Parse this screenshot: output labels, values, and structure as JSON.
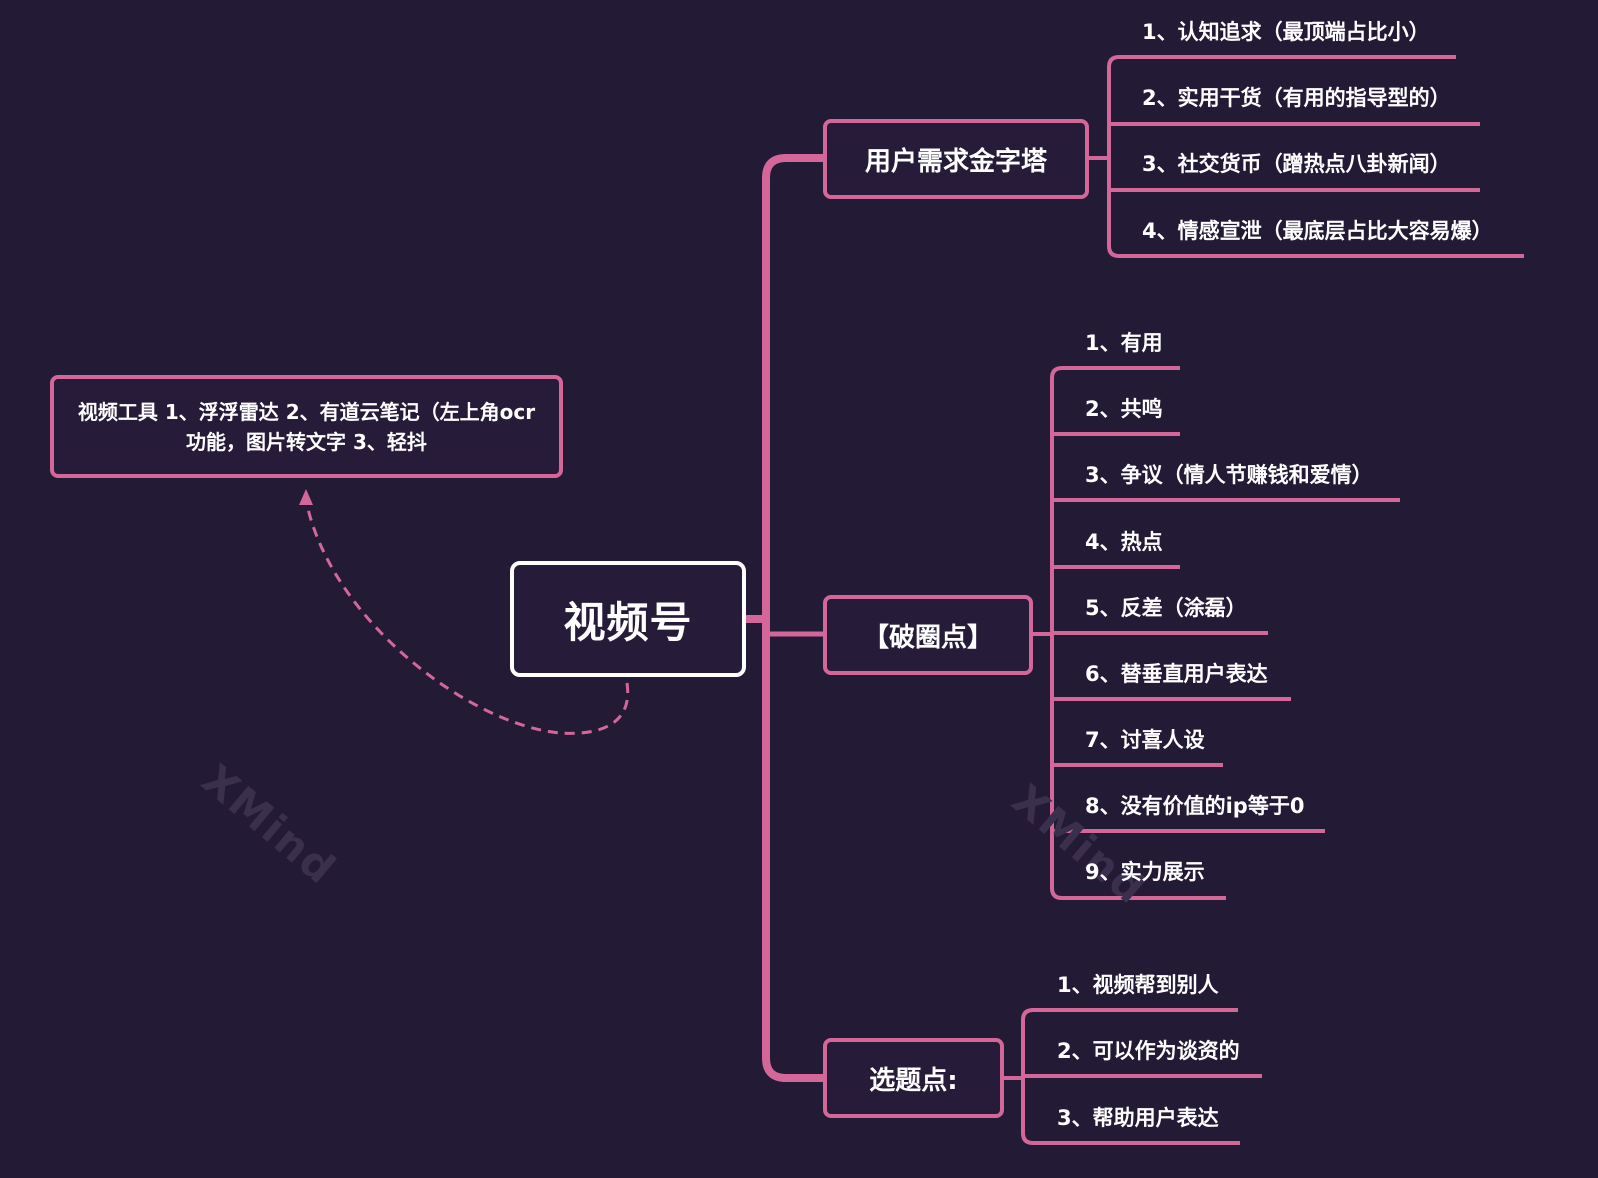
{
  "colors": {
    "background": "#231a35",
    "accent": "#d4679a",
    "root_border": "#ffffff",
    "text": "#ffffff"
  },
  "root": {
    "label": "视频号"
  },
  "note": {
    "text": "视频工具 1、浮浮雷达 2、有道云笔记（左上角ocr功能，图片转文字 3、轻抖"
  },
  "branches": [
    {
      "label": "用户需求金字塔",
      "children": [
        "1、认知追求（最顶端占比小）",
        "2、实用干货（有用的指导型的）",
        "3、社交货币（蹭热点八卦新闻）",
        "4、情感宣泄（最底层占比大容易爆）"
      ]
    },
    {
      "label": "【破圈点】",
      "children": [
        "1、有用",
        "2、共鸣",
        "3、争议（情人节赚钱和爱情）",
        "4、热点",
        "5、反差（涂磊）",
        "6、替垂直用户表达",
        "7、讨喜人设",
        "8、没有价值的ip等于0",
        "9、实力展示"
      ]
    },
    {
      "label": "选题点:",
      "children": [
        "1、视频帮到别人",
        "2、可以作为谈资的",
        "3、帮助用户表达"
      ]
    }
  ],
  "watermark": "XMind"
}
